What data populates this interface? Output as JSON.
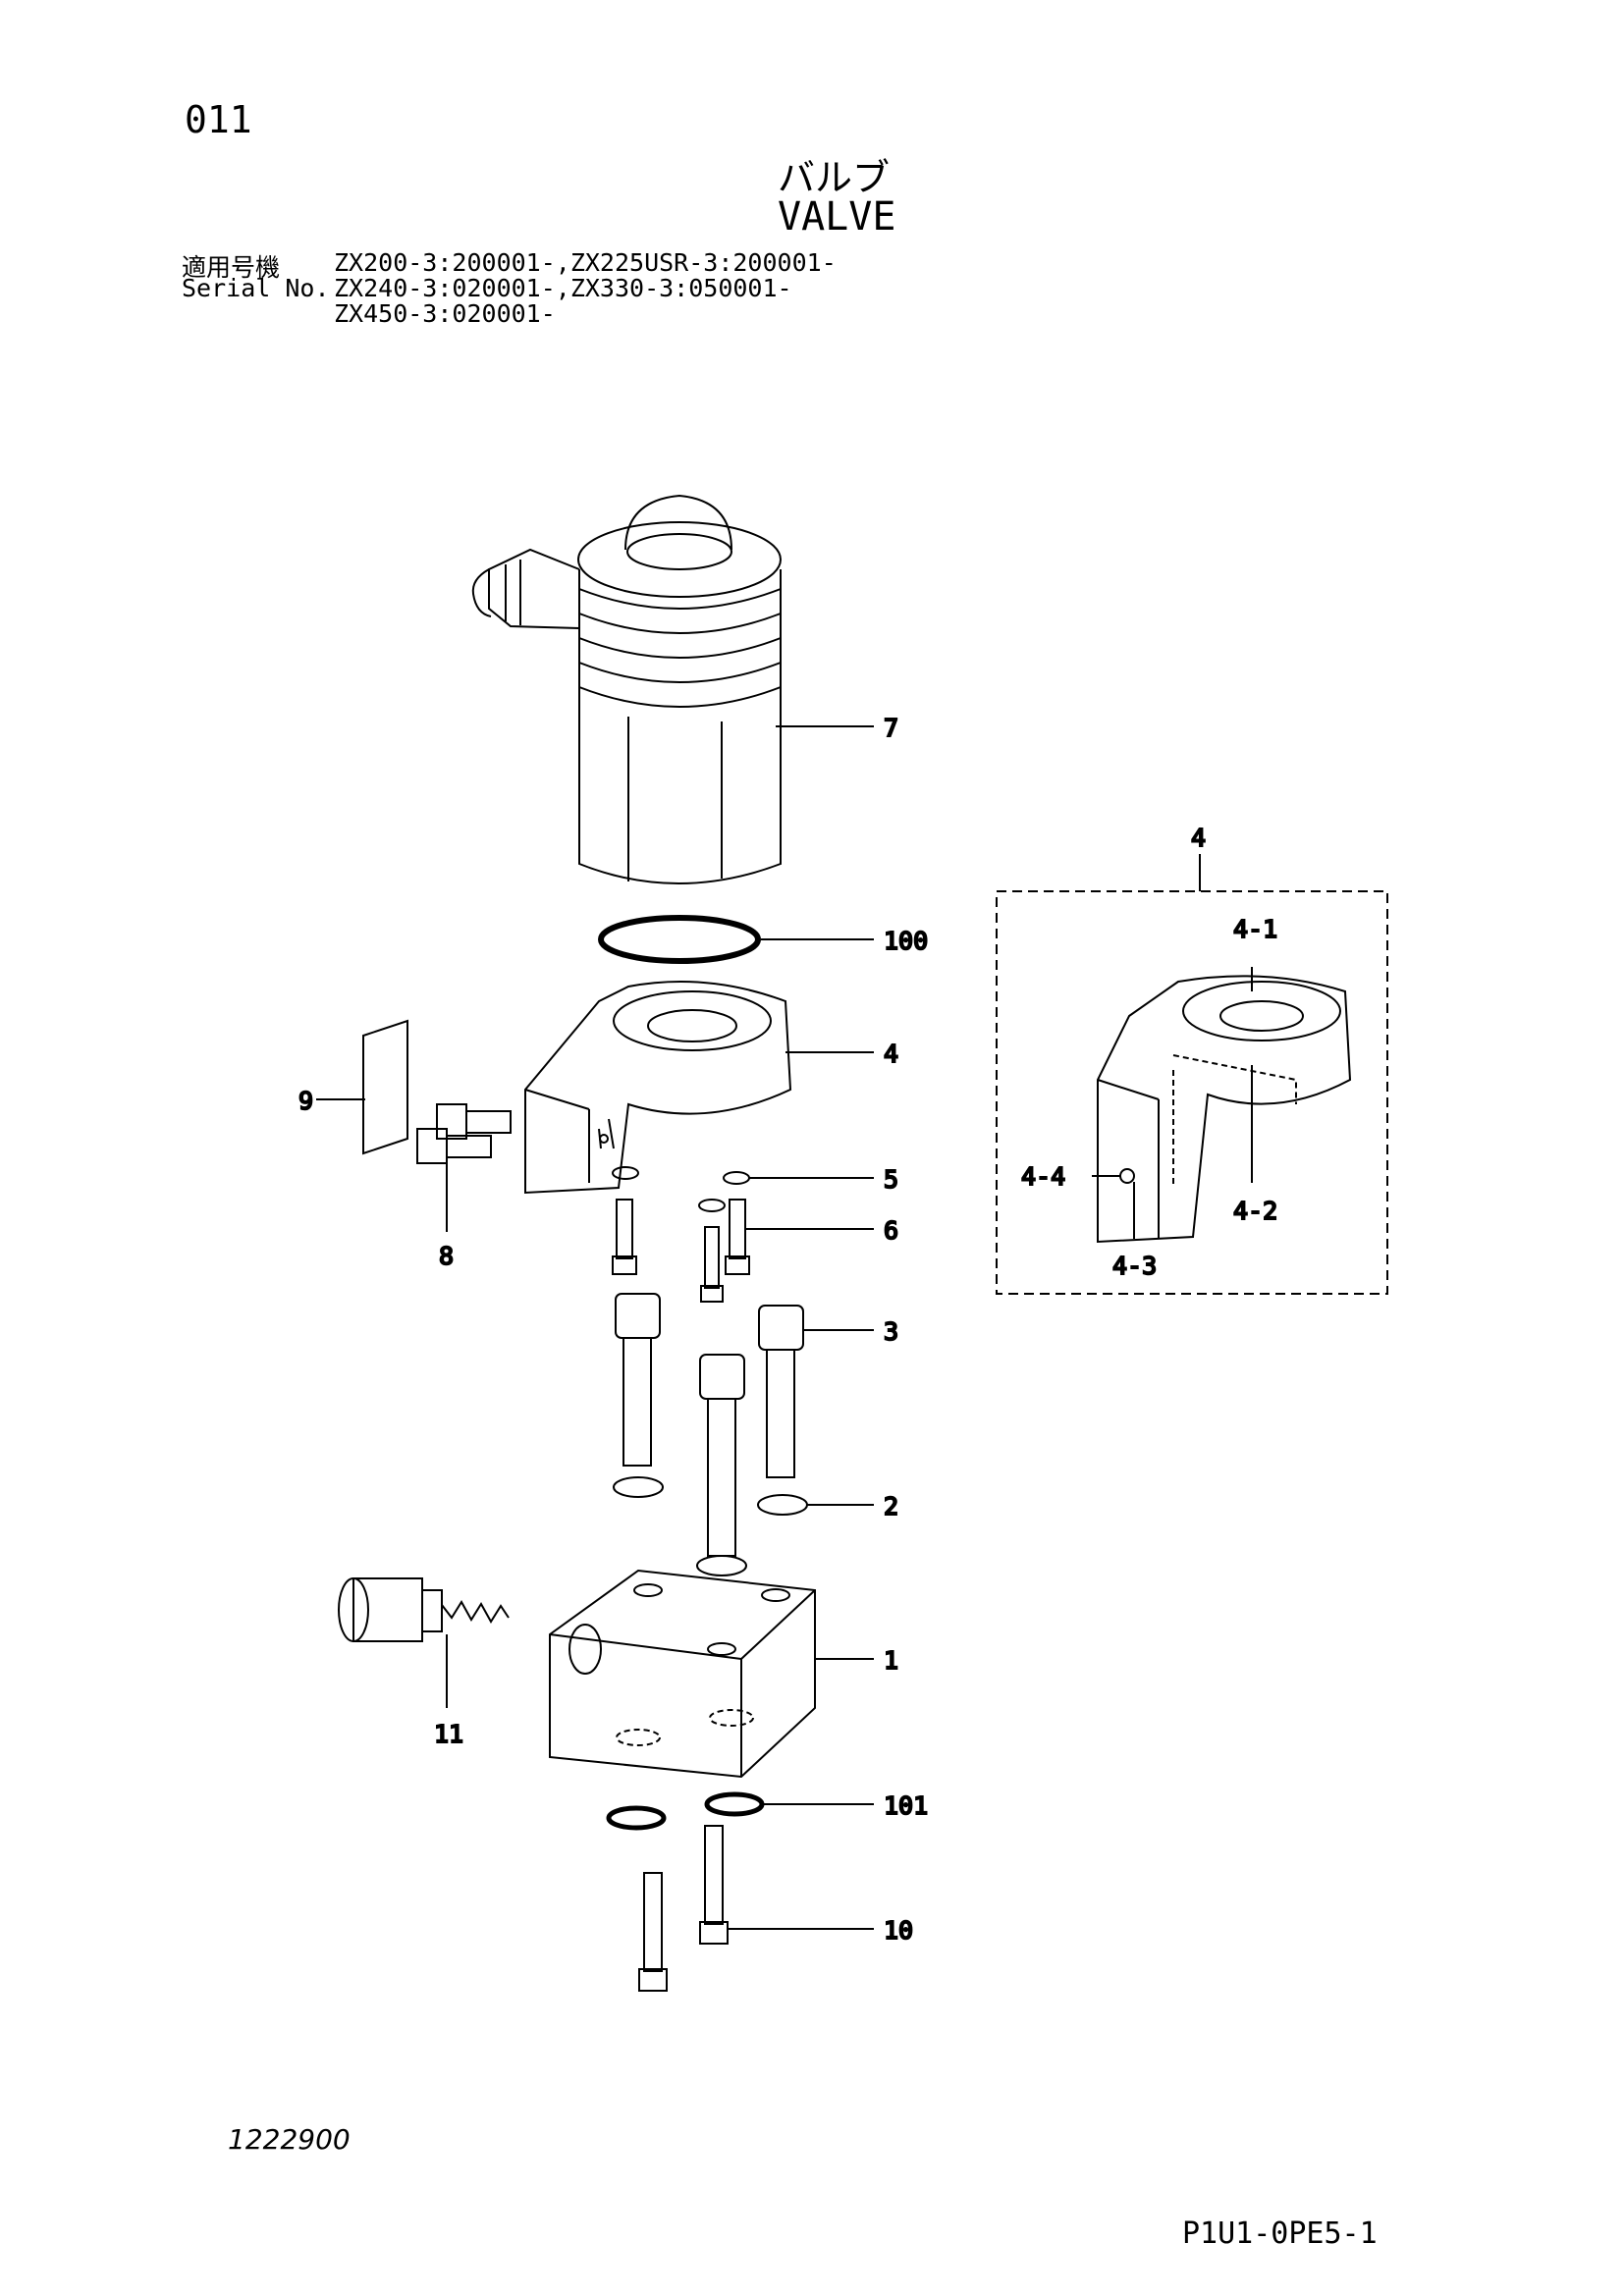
{
  "header": {
    "page_number": "011",
    "title_jp": "バルブ",
    "title_en": "VALVE",
    "serial_label_jp": "適用号機",
    "serial_label_en": "Serial No.",
    "serial_models_line1": "ZX200-3:200001-,ZX225USR-3:200001-",
    "serial_models_line2": "ZX240-3:020001-,ZX330-3:050001-",
    "serial_models_line3": "ZX450-3:020001-"
  },
  "callouts": {
    "c7": "7",
    "c100": "100",
    "c4": "4",
    "c9": "9",
    "c8": "8",
    "c5": "5",
    "c6": "6",
    "c3": "3",
    "c2": "2",
    "c1": "1",
    "c11": "11",
    "c101": "101",
    "c10": "10",
    "detail_title": "4",
    "d4_1": "4-1",
    "d4_2": "4-2",
    "d4_3": "4-3",
    "d4_4": "4-4"
  },
  "footer": {
    "drawing_number": "1222900",
    "catalog_code": "P1U1-0PE5-1"
  }
}
